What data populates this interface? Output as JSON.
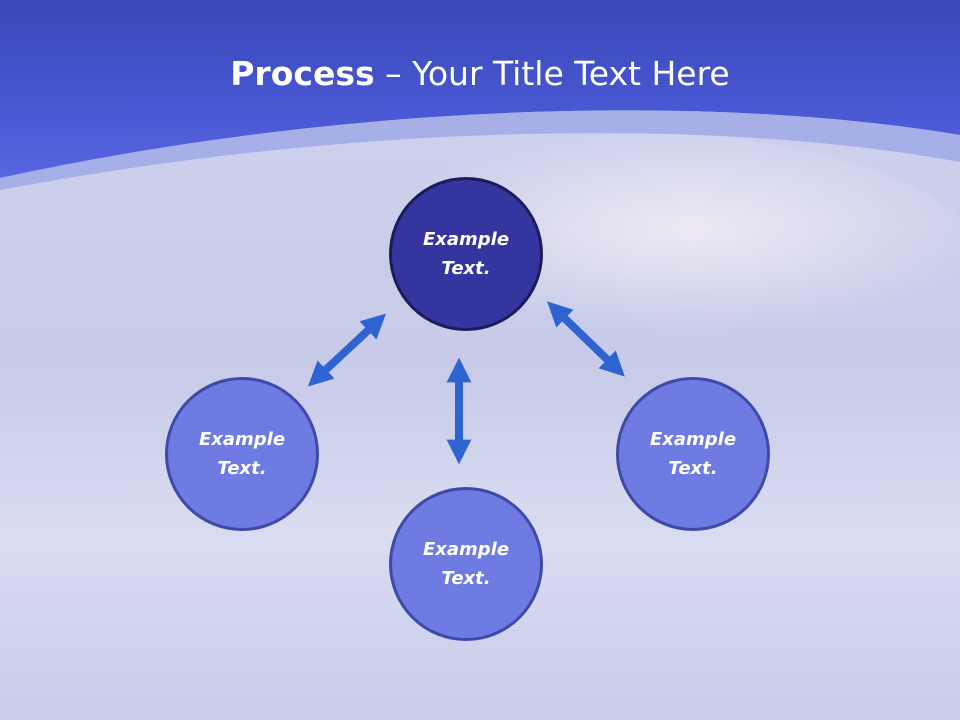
{
  "title": {
    "strong": "Process",
    "separator": " – ",
    "rest": "Your Title Text Here"
  },
  "nodes": {
    "top": {
      "label": "Example\nText."
    },
    "left": {
      "label": "Example\nText."
    },
    "bottom": {
      "label": "Example\nText."
    },
    "right": {
      "label": "Example\nText."
    }
  },
  "colors": {
    "header_band": "#4a5ad6",
    "main_node": "#3535a0",
    "sub_node": "#6e7be2",
    "arrow": "#2f63d0"
  },
  "arrows": [
    {
      "from": "top",
      "to": "left",
      "type": "double-headed"
    },
    {
      "from": "top",
      "to": "bottom",
      "type": "double-headed"
    },
    {
      "from": "top",
      "to": "right",
      "type": "double-headed"
    }
  ]
}
